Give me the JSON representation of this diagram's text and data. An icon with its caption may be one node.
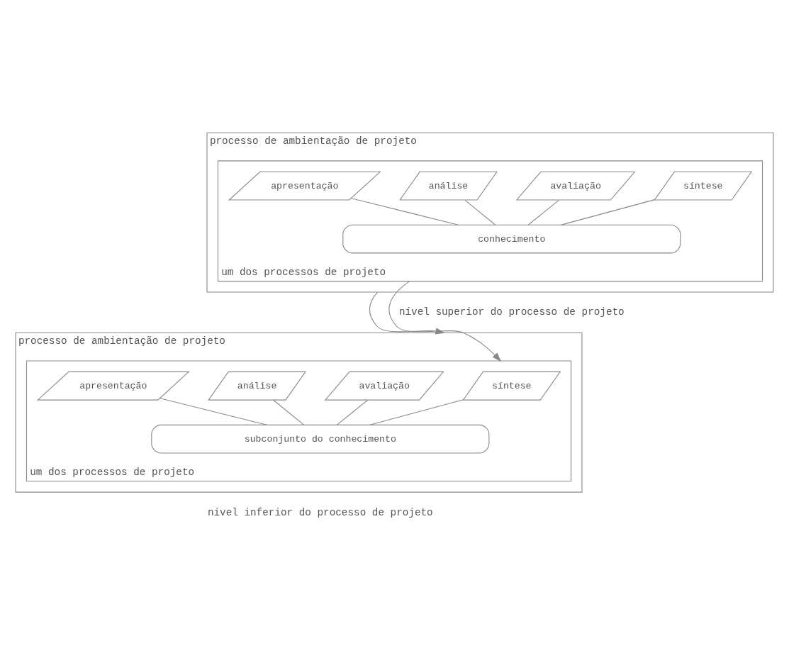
{
  "diagram": {
    "nodes": [
      {
        "text": [
          "processo de ambientação de projeto"
        ],
        "beside": [
          "nível superior do processo de projeto"
        ]
      },
      {
        "text": [
          "um dos processos de projeto"
        ],
        "in": 0
      },
      {
        "text": [
          "síntese"
        ],
        "in": 1
      },
      {
        "text": [
          "avaliação"
        ],
        "in": 1
      },
      {
        "text": [
          "análise"
        ],
        "in": 1
      },
      {
        "text": [
          "apresentação"
        ],
        "in": 1
      },
      {
        "text": [
          "conhecimento"
        ],
        "in": 1
      },
      {
        "text": [
          "processo de ambientação de projeto"
        ],
        "beside": [
          "nível inferior do processo de projeto"
        ]
      },
      {
        "text": [
          "um dos processos de projeto"
        ],
        "in": 7
      },
      {
        "text": [
          "síntese"
        ],
        "in": 8
      },
      {
        "text": [
          "avaliação"
        ],
        "in": 8
      },
      {
        "text": [
          "análise"
        ],
        "in": 8
      },
      {
        "text": [
          "apresentação"
        ],
        "in": 8
      },
      {
        "text": [
          "subconjunto do conhecimento"
        ],
        "in": 8
      }
    ],
    "edges": [
      {
        "from": 2,
        "to": 6,
        "arrow": "none"
      },
      {
        "from": 3,
        "to": 6,
        "arrow": "none"
      },
      {
        "from": 4,
        "to": 6,
        "arrow": "none"
      },
      {
        "from": 5,
        "to": 6,
        "arrow": "none"
      },
      {
        "from": 9,
        "to": 13,
        "arrow": "none"
      },
      {
        "from": 10,
        "to": 13,
        "arrow": "none"
      },
      {
        "from": 11,
        "to": 13,
        "arrow": "none"
      },
      {
        "from": 12,
        "to": 13,
        "arrow": "none"
      },
      {
        "from": 0,
        "to": 7,
        "arrow": "to"
      },
      {
        "from": 1,
        "to": 8,
        "arrow": "to"
      }
    ]
  }
}
